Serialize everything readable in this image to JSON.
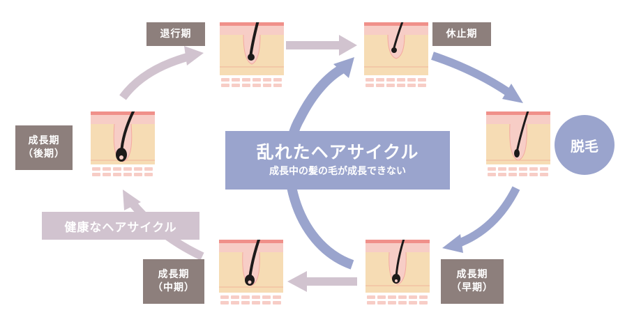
{
  "diagram": {
    "center": {
      "title": "乱れたヘアサイクル",
      "subtitle": "成長中の髪の毛が成長できない"
    },
    "healthy_label": "健康なヘアサイクル",
    "hair_loss_label": "脱毛",
    "stages": [
      {
        "id": "catagen",
        "lines": [
          "退行期"
        ]
      },
      {
        "id": "telogen",
        "lines": [
          "休止期"
        ]
      },
      {
        "id": "anagen-late",
        "lines": [
          "成長期",
          "（後期）"
        ]
      },
      {
        "id": "anagen-mid",
        "lines": [
          "成長期",
          "（中期）"
        ]
      },
      {
        "id": "anagen-early",
        "lines": [
          "成長期",
          "（早期）"
        ]
      }
    ],
    "colors": {
      "tag": "#8d7f7c",
      "blue_arrow": "#9aa4cd",
      "pink_arrow": "#d1c3cf",
      "skin_top": "#f0908a",
      "skin_pink": "#f7cdc6",
      "dermis": "#f6dcb4",
      "hair": "#1d1a1a"
    }
  }
}
